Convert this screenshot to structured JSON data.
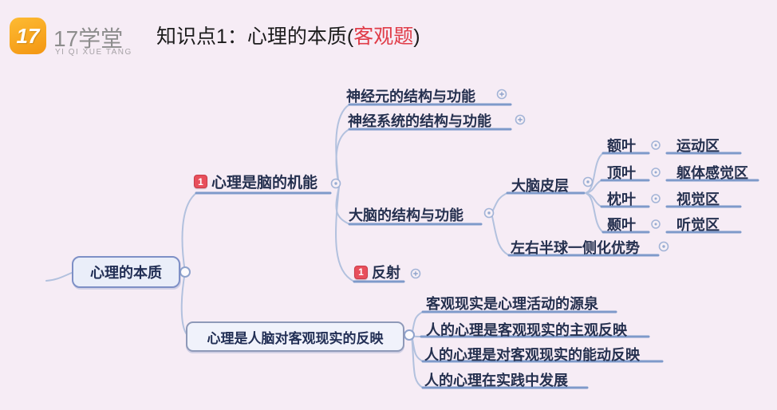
{
  "header": {
    "logo": {
      "icon_text": "17",
      "name": "17学堂",
      "subtitle": "YI QI XUE TANG"
    },
    "title": {
      "prefix": "知识点1：心理的本质(",
      "highlight": "客观题",
      "suffix": ")"
    }
  },
  "colors": {
    "background": "#f6ecf5",
    "branch_line": "#8ba3ce",
    "node_text": "#25304f",
    "badge_red": "#e84f5b",
    "title_highlight": "#e03c48",
    "logo_orange": "#f7a01d"
  },
  "mindmap": {
    "root": "心理的本质",
    "branches": [
      {
        "badge": "1",
        "label": "心理是脑的机能",
        "children": [
          {
            "label": "神经元的结构与功能"
          },
          {
            "label": "神经系统的结构与功能"
          },
          {
            "label": "大脑的结构与功能",
            "children": [
              {
                "label": "大脑皮层",
                "children": [
                  {
                    "label": "额叶",
                    "value": "运动区"
                  },
                  {
                    "label": "顶叶",
                    "value": "躯体感觉区"
                  },
                  {
                    "label": "枕叶",
                    "value": "视觉区"
                  },
                  {
                    "label": "颞叶",
                    "value": "听觉区"
                  }
                ]
              },
              {
                "label": "左右半球一侧化优势"
              }
            ]
          },
          {
            "badge": "1",
            "label": "反射"
          }
        ]
      },
      {
        "label": "心理是人脑对客观现实的反映",
        "children": [
          {
            "label": "客观现实是心理活动的源泉"
          },
          {
            "label": "人的心理是客观现实的主观反映"
          },
          {
            "label": "人的心理是对客观现实的能动反映"
          },
          {
            "label": "人的心理在实践中发展"
          }
        ]
      }
    ]
  }
}
